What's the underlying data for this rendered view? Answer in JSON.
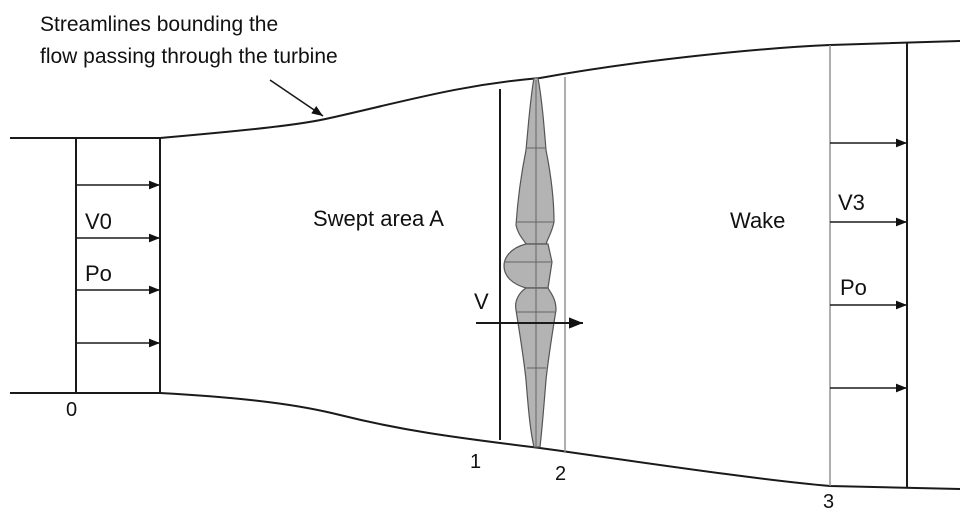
{
  "diagram": {
    "annotation_line1": "Streamlines bounding the",
    "annotation_line2": "flow passing through the turbine",
    "inlet_velocity": "V0",
    "inlet_pressure": "Po",
    "swept_area": "Swept area A",
    "rotor_velocity": "V",
    "wake_label": "Wake",
    "wake_velocity": "V3",
    "wake_pressure": "Po",
    "station_0": "0",
    "station_1": "1",
    "station_2": "2",
    "station_3": "3"
  },
  "colors": {
    "line": "#1a1a1a",
    "blade_fill": "#b3b3b3",
    "thin_line": "#8c8c8c"
  }
}
